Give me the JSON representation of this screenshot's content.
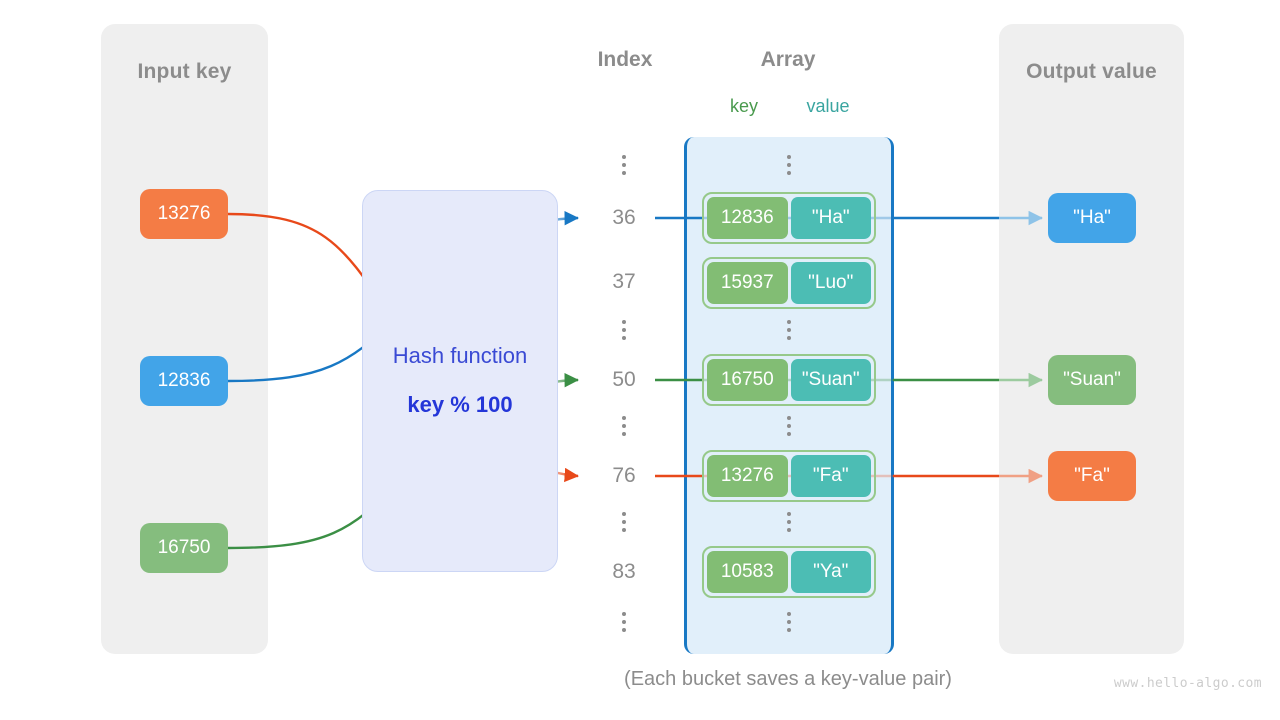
{
  "panels": {
    "input": {
      "title": "Input key"
    },
    "output": {
      "title": "Output value"
    }
  },
  "headers": {
    "index": "Index",
    "array": "Array",
    "key": "key",
    "value": "value"
  },
  "hash": {
    "title": "Hash function",
    "formula": "key % 100"
  },
  "input_keys": [
    {
      "label": "13276",
      "color": "#f47c45"
    },
    {
      "label": "12836",
      "color": "#42a4e8"
    },
    {
      "label": "16750",
      "color": "#85bd7e"
    }
  ],
  "output_values": [
    {
      "label": "\"Ha\"",
      "color": "#42a4e8"
    },
    {
      "label": "\"Suan\"",
      "color": "#85bd7e"
    },
    {
      "label": "\"Fa\"",
      "color": "#f47c45"
    }
  ],
  "indices": [
    "36",
    "37",
    "50",
    "76",
    "83"
  ],
  "buckets": [
    {
      "key": "12836",
      "value": "\"Ha\""
    },
    {
      "key": "15937",
      "value": "\"Luo\""
    },
    {
      "key": "16750",
      "value": "\"Suan\""
    },
    {
      "key": "13276",
      "value": "\"Fa\""
    },
    {
      "key": "10583",
      "value": "\"Ya\""
    }
  ],
  "caption": "(Each bucket saves a key-value pair)",
  "watermark": "www.hello-algo.com",
  "colors": {
    "orange": "#e8491a",
    "blue": "#1878c4",
    "green": "#3b8f45",
    "key_box": "#82bd74",
    "value_box": "#4cbdb4",
    "array_fill": "#e1effa",
    "panel_fill": "#efefef",
    "hash_fill": "#e6eafa",
    "hash_text": "#2436d8",
    "muted_text": "#8c8c8c"
  }
}
